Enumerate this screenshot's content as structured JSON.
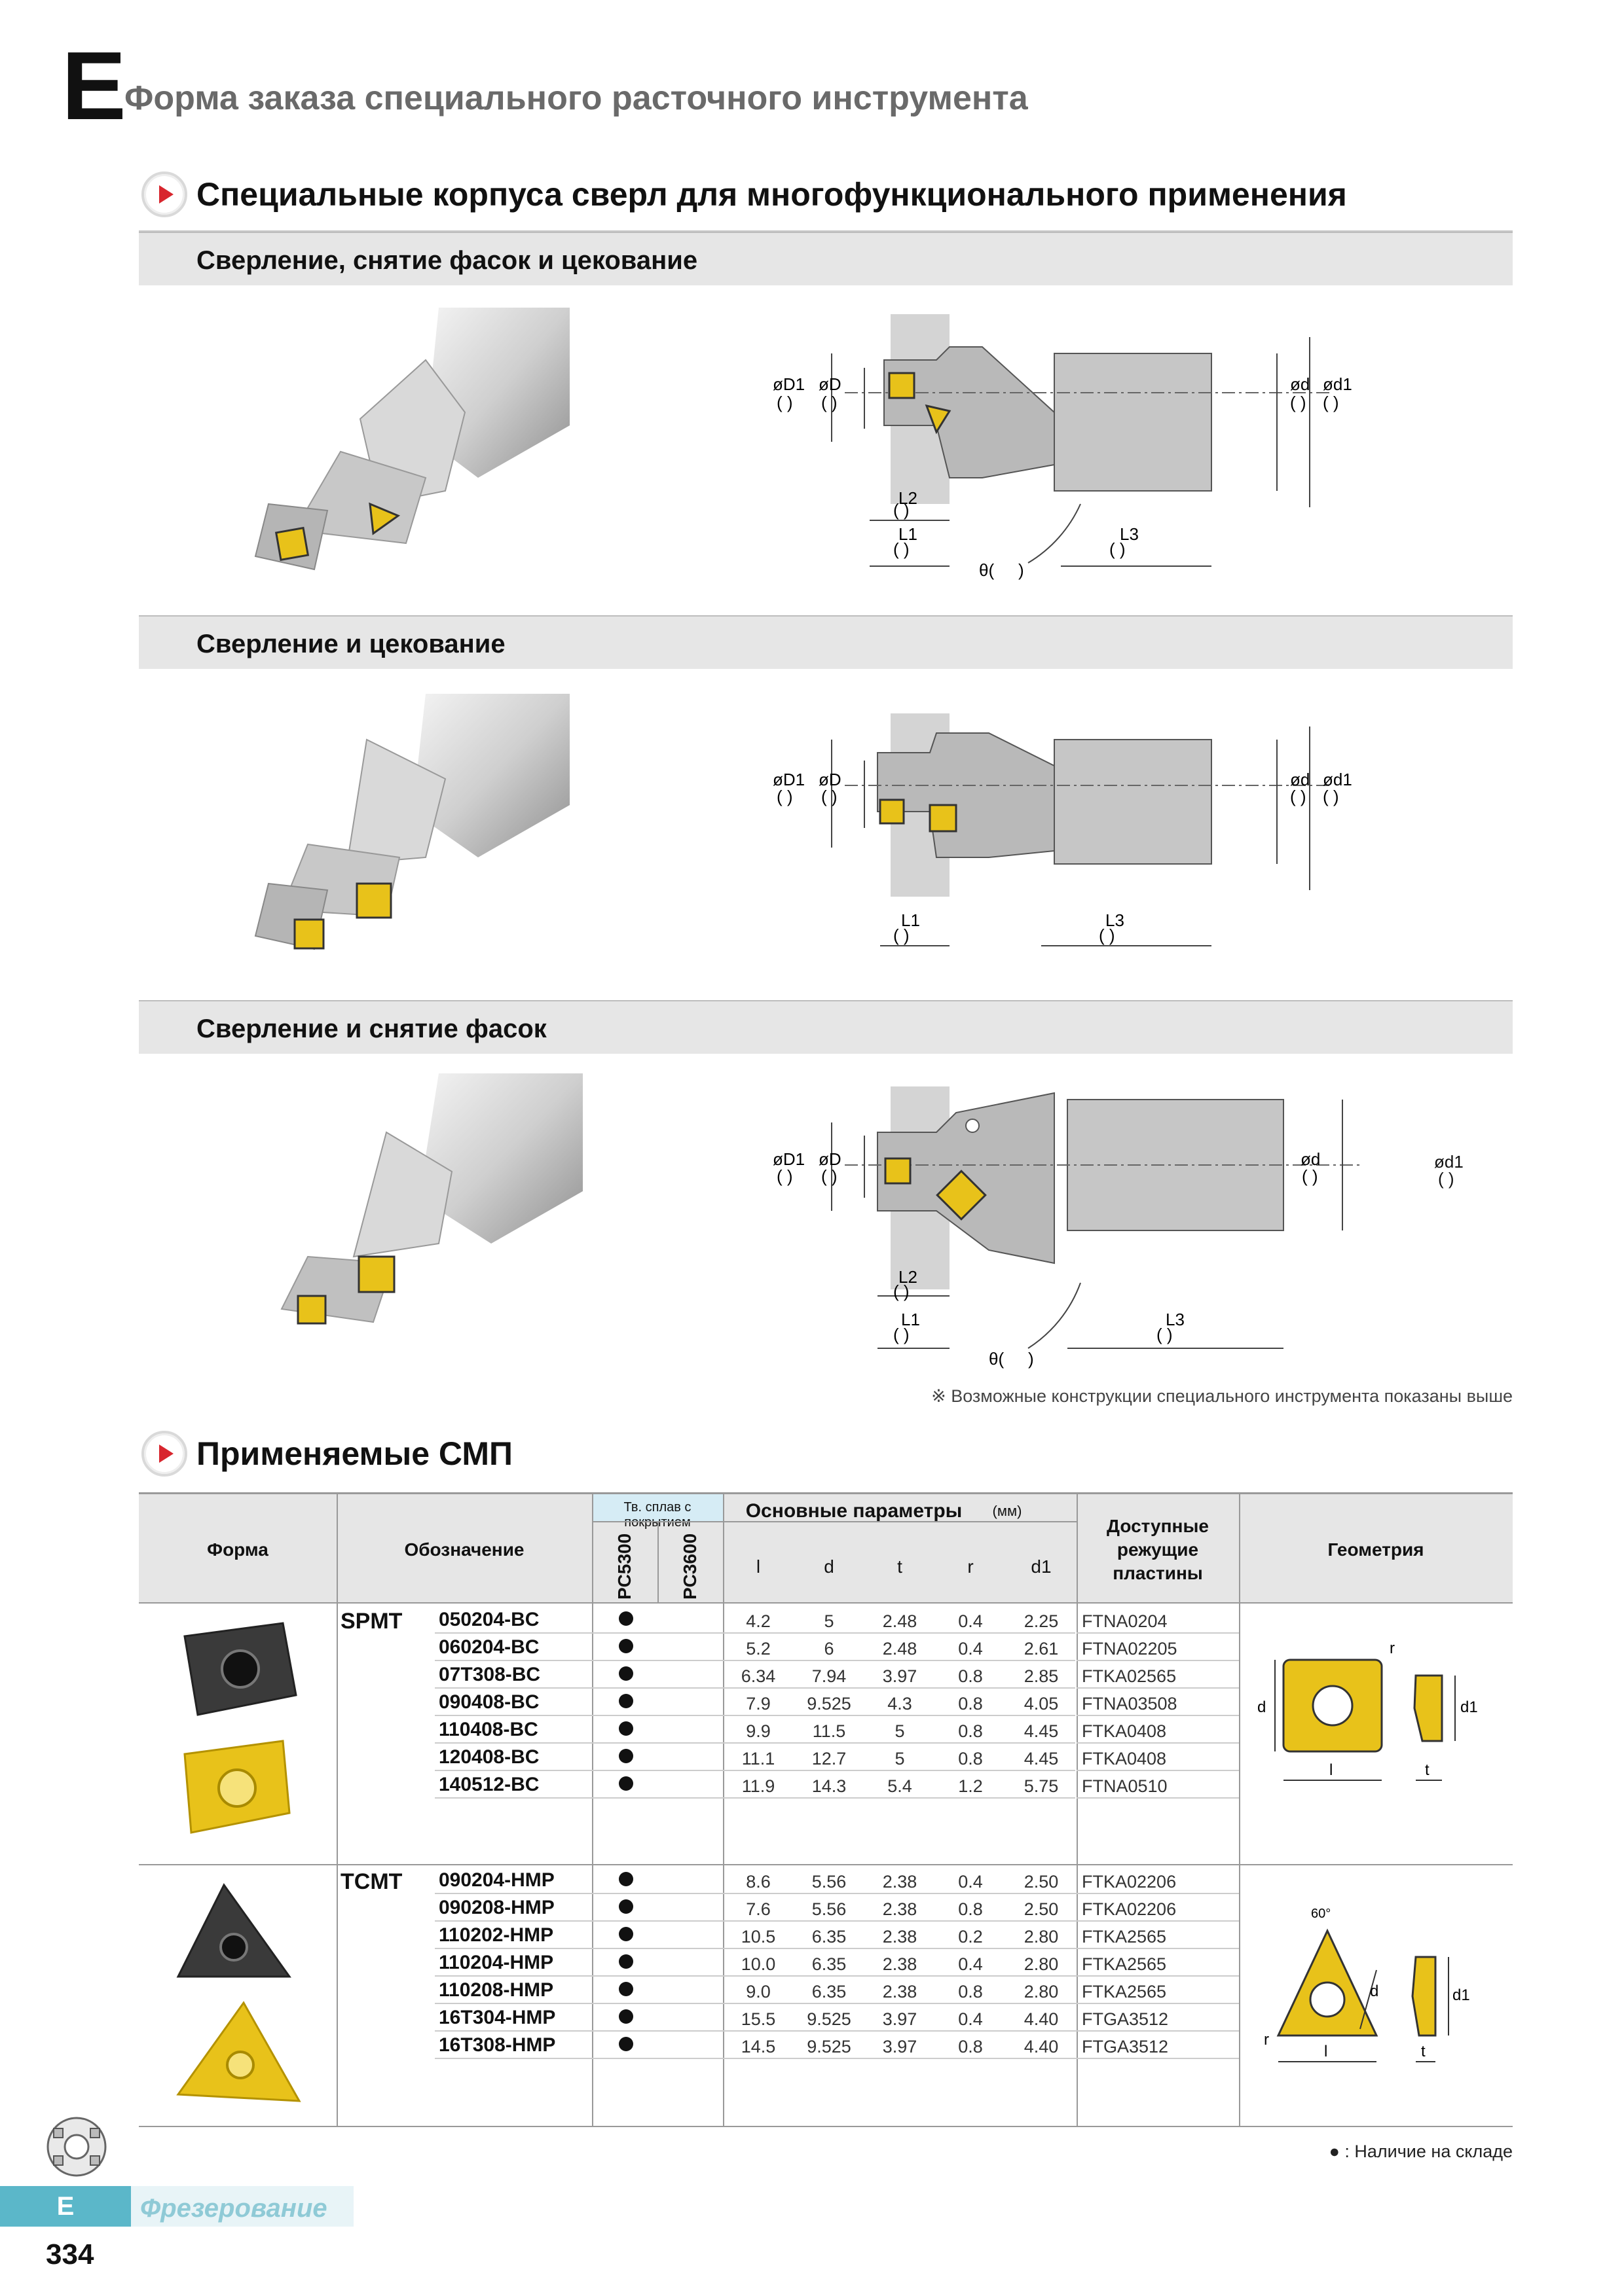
{
  "page": {
    "letter": "E",
    "title": "Форма заказа специального расточного инструмента",
    "number": "334",
    "footer_tab": "E",
    "footer_label": "Фрезерование"
  },
  "section1": {
    "title": "Специальные корпуса сверл для многофункционального применения",
    "subsections": [
      {
        "title": "Сверление, снятие фасок и цекование"
      },
      {
        "title": "Сверление и цекование"
      },
      {
        "title": "Сверление и снятие фасок"
      }
    ],
    "labels": {
      "D1": "øD1",
      "D": "øD",
      "d": "ød",
      "d1": "ød1",
      "L1": "L1",
      "L2": "L2",
      "L3": "L3",
      "theta": "θ(",
      "theta_close": ")",
      "blank": "(   )"
    },
    "note": "※ Возможные конструкции специального инструмента показаны выше"
  },
  "section2": {
    "title": "Применяемые СМП",
    "headers": {
      "shape": "Форма",
      "designation": "Обозначение",
      "grade_group": "Тв. сплав с покрытием",
      "grade1": "PC5300",
      "grade2": "PC3600",
      "params": "Основные параметры",
      "unit": "(мм)",
      "l": "l",
      "d": "d",
      "t": "t",
      "r": "r",
      "d1": "d1",
      "inserts_line1": "Доступные",
      "inserts_line2": "режущие",
      "inserts_line3": "пластины",
      "geometry": "Геометрия"
    },
    "groups": [
      {
        "series": "SPMT",
        "rows": [
          {
            "code": "050204-BC",
            "l": "4.2",
            "d": "5",
            "t": "2.48",
            "r": "0.4",
            "d1": "2.25",
            "insert": "FTNA0204"
          },
          {
            "code": "060204-BC",
            "l": "5.2",
            "d": "6",
            "t": "2.48",
            "r": "0.4",
            "d1": "2.61",
            "insert": "FTNA02205"
          },
          {
            "code": "07T308-BC",
            "l": "6.34",
            "d": "7.94",
            "t": "3.97",
            "r": "0.8",
            "d1": "2.85",
            "insert": "FTKA02565"
          },
          {
            "code": "090408-BC",
            "l": "7.9",
            "d": "9.525",
            "t": "4.3",
            "r": "0.8",
            "d1": "4.05",
            "insert": "FTNA03508"
          },
          {
            "code": "110408-BC",
            "l": "9.9",
            "d": "11.5",
            "t": "5",
            "r": "0.8",
            "d1": "4.45",
            "insert": "FTKA0408"
          },
          {
            "code": "120408-BC",
            "l": "11.1",
            "d": "12.7",
            "t": "5",
            "r": "0.8",
            "d1": "4.45",
            "insert": "FTKA0408"
          },
          {
            "code": "140512-BC",
            "l": "11.9",
            "d": "14.3",
            "t": "5.4",
            "r": "1.2",
            "d1": "5.75",
            "insert": "FTNA0510"
          }
        ]
      },
      {
        "series": "TCMT",
        "rows": [
          {
            "code": "090204-HMP",
            "l": "8.6",
            "d": "5.56",
            "t": "2.38",
            "r": "0.4",
            "d1": "2.50",
            "insert": "FTKA02206"
          },
          {
            "code": "090208-HMP",
            "l": "7.6",
            "d": "5.56",
            "t": "2.38",
            "r": "0.8",
            "d1": "2.50",
            "insert": "FTKA02206"
          },
          {
            "code": "110202-HMP",
            "l": "10.5",
            "d": "6.35",
            "t": "2.38",
            "r": "0.2",
            "d1": "2.80",
            "insert": "FTKA2565"
          },
          {
            "code": "110204-HMP",
            "l": "10.0",
            "d": "6.35",
            "t": "2.38",
            "r": "0.4",
            "d1": "2.80",
            "insert": "FTKA2565"
          },
          {
            "code": "110208-HMP",
            "l": "9.0",
            "d": "6.35",
            "t": "2.38",
            "r": "0.8",
            "d1": "2.80",
            "insert": "FTKA2565"
          },
          {
            "code": "16T304-HMP",
            "l": "15.5",
            "d": "9.525",
            "t": "3.97",
            "r": "0.4",
            "d1": "4.40",
            "insert": "FTGA3512"
          },
          {
            "code": "16T308-HMP",
            "l": "14.5",
            "d": "9.525",
            "t": "3.97",
            "r": "0.8",
            "d1": "4.40",
            "insert": "FTGA3512"
          }
        ]
      }
    ],
    "geometry_labels": {
      "r": "r",
      "d": "d",
      "d1": "d1",
      "l": "l",
      "t": "t",
      "angle": "60°"
    },
    "legend": "● : Наличие на складе"
  },
  "colors": {
    "accent_red": "#d8262e",
    "insert_gold": "#e8c21a",
    "insert_dark": "#3a3a3a",
    "band_gray": "#e6e6e6",
    "footer_teal": "#5bb7c9"
  }
}
